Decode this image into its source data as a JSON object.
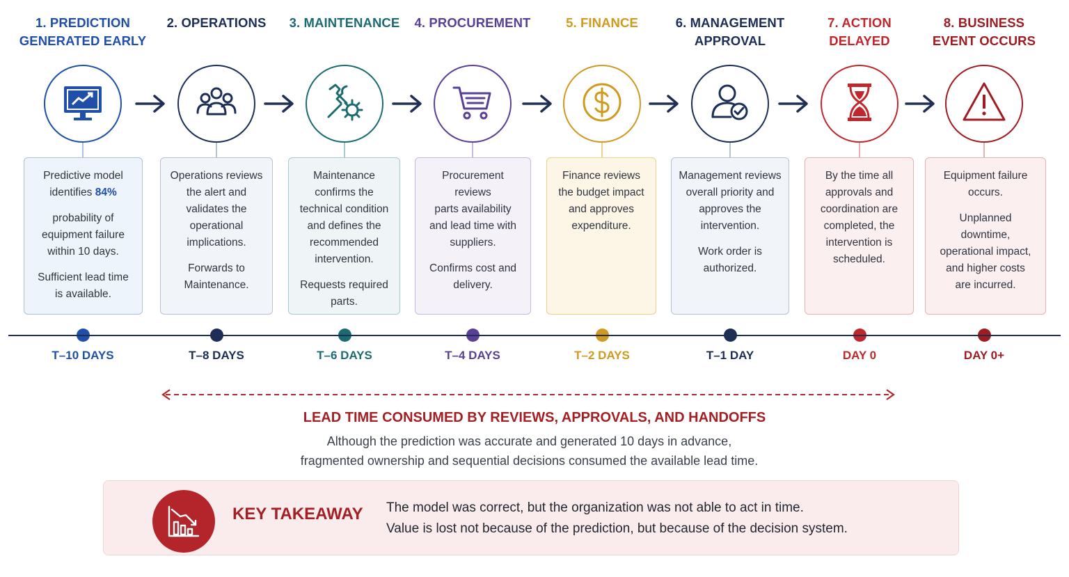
{
  "stages": [
    {
      "title": "1. PREDICTION\nGENERATED EARLY",
      "icon": "monitor-chart-icon",
      "color": "#1f4fa8",
      "paragraphs": [
        "Predictive model\nidentifies ",
        "probability of\nequipment failure\nwithin 10 days.",
        "Sufficient lead time\nis available."
      ],
      "highlight": "84%",
      "time": "T–10 DAYS"
    },
    {
      "title": "2. OPERATIONS",
      "icon": "team-icon",
      "color": "#1c2e55",
      "paragraphs": [
        "Operations reviews\nthe alert and\nvalidates the\noperational\nimplications.",
        "Forwards to\nMaintenance."
      ],
      "time": "T–8 DAYS"
    },
    {
      "title": "3. MAINTENANCE",
      "icon": "tools-gear-icon",
      "color": "#1c6b70",
      "paragraphs": [
        "Maintenance\nconfirms the\ntechnical condition\nand defines the\nrecommended\nintervention.",
        "Requests required\nparts."
      ],
      "time": "T–6 DAYS"
    },
    {
      "title": "4. PROCUREMENT",
      "icon": "shopping-cart-icon",
      "color": "#5a3f96",
      "paragraphs": [
        "Procurement reviews\nparts availability\nand lead time with\nsuppliers.",
        "Confirms cost and\ndelivery."
      ],
      "time": "T–4 DAYS"
    },
    {
      "title": "5. FINANCE",
      "icon": "dollar-coin-icon",
      "color": "#cf9a1f",
      "paragraphs": [
        "Finance reviews\nthe budget impact\nand approves\nexpenditure."
      ],
      "time": "T–2 DAYS"
    },
    {
      "title": "6. MANAGEMENT\nAPPROVAL",
      "icon": "user-check-icon",
      "color": "#1c2e55",
      "paragraphs": [
        "Management reviews\noverall priority and\napproves the\nintervention.",
        "Work order is\nauthorized."
      ],
      "time": "T–1 DAY"
    },
    {
      "title": "7. ACTION\nDELAYED",
      "icon": "hourglass-icon",
      "color": "#c0272d",
      "paragraphs": [
        "By the time all\napprovals and\ncoordination are\ncompleted, the\nintervention is\nscheduled."
      ],
      "time": "DAY 0"
    },
    {
      "title": "8. BUSINESS\nEVENT OCCURS",
      "icon": "warning-icon",
      "color": "#9e1c22",
      "paragraphs": [
        "Equipment failure\noccurs.",
        "Unplanned\ndowntime,\noperational impact,\nand higher costs\nare incurred."
      ],
      "time": "DAY 0+"
    }
  ],
  "lead": {
    "title": "LEAD TIME CONSUMED BY REVIEWS, APPROVALS, AND HANDOFFS",
    "subtitle": "Although the prediction was accurate and generated 10 days in advance,\nfragmented ownership and sequential decisions consumed the available lead time."
  },
  "takeaway": {
    "title": "KEY TAKEAWAY",
    "line1": "The model was correct, but the organization was not able to act in time.",
    "line2": "Value is lost not because of the prediction, but because of the decision system.",
    "icon": "declining-chart-icon"
  },
  "colors": {
    "accent_red": "#a31f23",
    "timeline": "#1f2e55"
  }
}
